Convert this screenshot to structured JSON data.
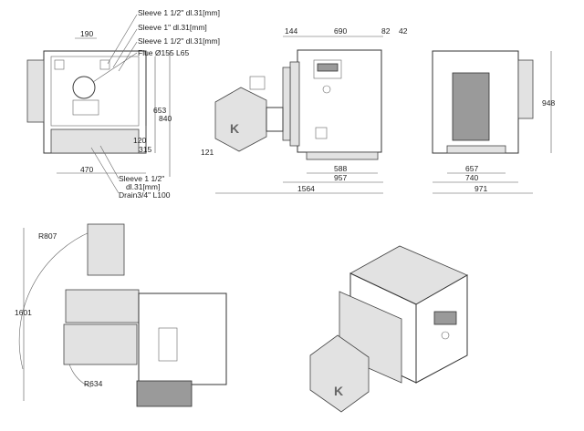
{
  "labels": {
    "sleeve_top": "Sleeve 1 1/2\" dl.31[mm]",
    "sleeve_mid": "Sleeve 1\" dl.31[mm]",
    "sleeve_low": "Sleeve 1 1/2\" dl.31[mm]",
    "flue": "Flue Ø155 L65",
    "sleeve_bottom_1": "Sleeve 1 1/2\"",
    "sleeve_bottom_2": "dl.31[mm]",
    "drain": "Drain3/4\" L100"
  },
  "dimensions": {
    "front": {
      "d190": "190",
      "d653": "653",
      "d840": "840",
      "d120": "120",
      "d315": "315",
      "d470": "470"
    },
    "side": {
      "d144": "144",
      "d690": "690",
      "d82": "82",
      "d42": "42",
      "d121": "121",
      "d588": "588",
      "d957": "957",
      "d1564": "1564"
    },
    "rear": {
      "d948": "948",
      "d657": "657",
      "d740": "740",
      "d971": "971"
    },
    "top": {
      "r807": "R807",
      "d1601": "1601",
      "r634": "R634"
    }
  },
  "colors": {
    "line": "#333333",
    "shade": "#e2e2e2",
    "dark": "#9a9a9a"
  }
}
